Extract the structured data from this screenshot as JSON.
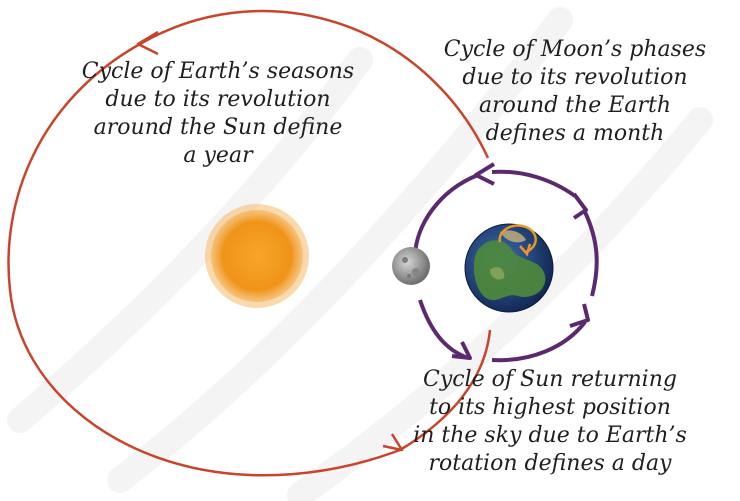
{
  "captions": {
    "year": {
      "lines": [
        "Cycle of Earth’s seasons",
        "due to its revolution",
        "around the Sun define",
        "a year"
      ]
    },
    "month": {
      "lines": [
        "Cycle of Moon’s phases",
        "due to its revolution",
        "around the Earth",
        "defines a month"
      ]
    },
    "day": {
      "lines": [
        "Cycle of Sun returning",
        "to its highest position",
        "in the sky due to Earth’s",
        "rotation defines a day"
      ]
    }
  },
  "colors": {
    "sun_orbit": "#c8452b",
    "moon_orbit": "#5b2a6e",
    "sun": "#f29a1c",
    "earth_ocean": "#1d3f78",
    "earth_land": "#4f8a3a",
    "moon": "#9a9a9a",
    "rotation_arrow": "#e8962a"
  },
  "icons": {
    "sun": "sun-icon",
    "earth": "earth-icon",
    "moon": "moon-icon"
  }
}
